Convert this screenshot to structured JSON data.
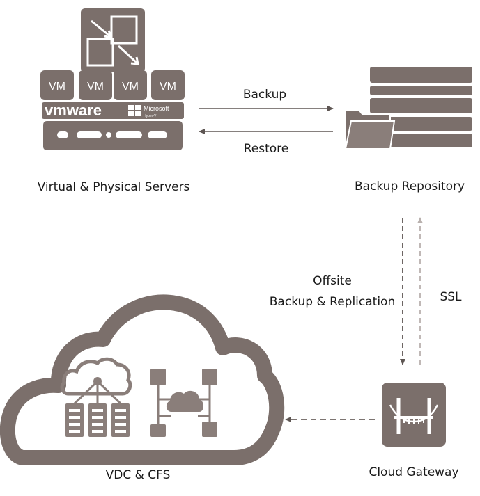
{
  "nodes": {
    "servers": {
      "label": "Virtual & Physical Servers",
      "vm_labels": [
        "VM",
        "VM",
        "VM",
        "VM"
      ],
      "vmware_logo": "vmware",
      "microsoft_label": "Microsoft",
      "hyperv_label": "Hyper-V"
    },
    "repository": {
      "label": "Backup Repository"
    },
    "cloud": {
      "label": "VDC & CFS"
    },
    "gateway": {
      "label": "Cloud Gateway"
    }
  },
  "edges": {
    "backup": "Backup",
    "restore": "Restore",
    "offsite_line1": "Offsite",
    "offsite_line2": "Backup & Replication",
    "ssl": "SSL"
  },
  "colors": {
    "primary": "#7b6f6b",
    "arrow": "#6b625f",
    "light_arrow": "#b9b1ae"
  }
}
